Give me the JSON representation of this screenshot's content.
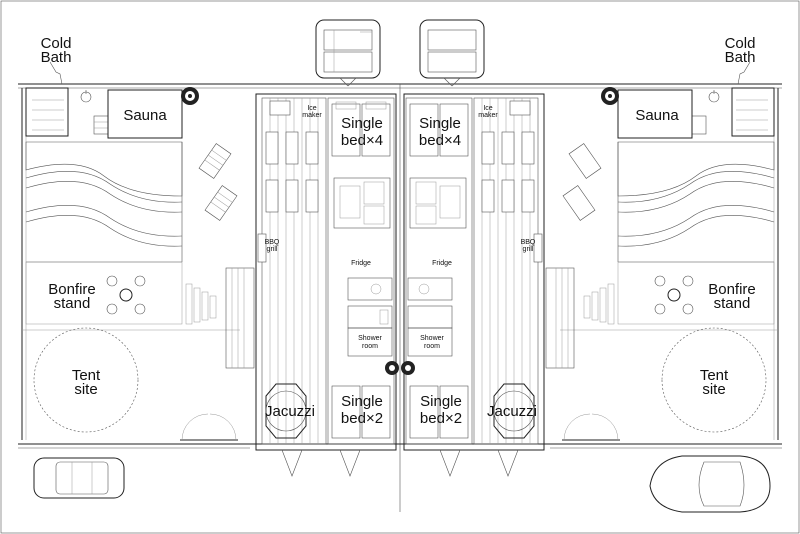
{
  "labels": {
    "cold_bath": "Cold\nBath",
    "sauna": "Sauna",
    "single_bed_4": "Single\nbed×4",
    "single_bed_2": "Single\nbed×2",
    "ice_maker": "Ice\nmaker",
    "bbq_grill": "BBQ\ngrill",
    "fridge": "Fridge",
    "shower_room": "Shower\nroom",
    "jacuzzi": "Jacuzzi",
    "bonfire_stand": "Bonfire\nstand",
    "tent_site": "Tent\nsite"
  },
  "colors": {
    "line": "#222222",
    "background": "#ffffff"
  }
}
